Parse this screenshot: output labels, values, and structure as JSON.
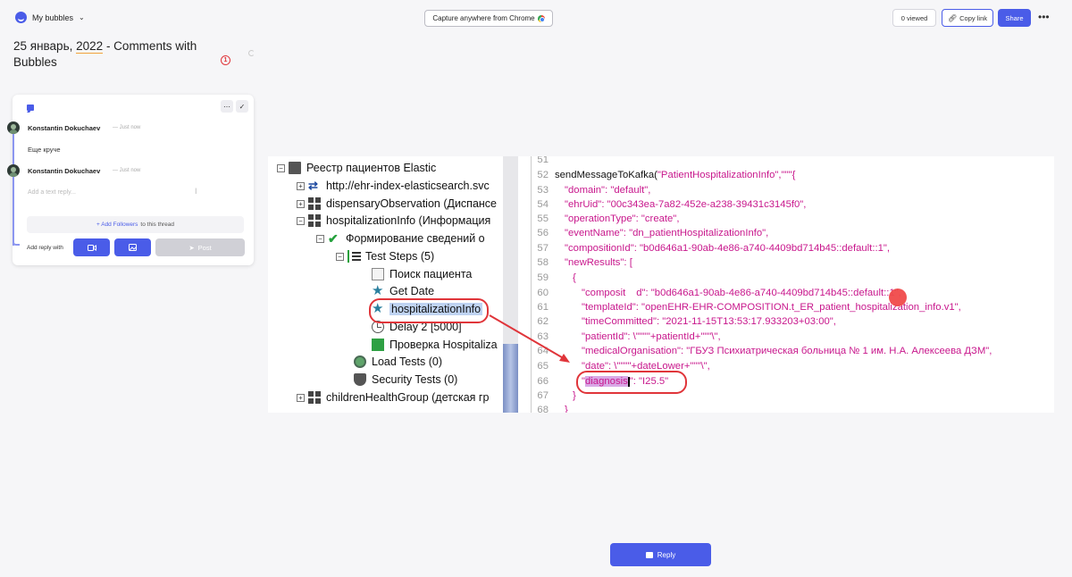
{
  "topbar": {
    "workspace": "My bubbles",
    "capture_label": "Capture anywhere from Chrome",
    "viewed": "0 viewed",
    "copy_link": "Copy link",
    "share": "Share"
  },
  "title": {
    "date": "25 январь,",
    "year": "2022",
    "rest": "- Comments with Bubbles",
    "badge": "1"
  },
  "thread": {
    "comments": [
      {
        "author": "Konstantin Dokuchaev",
        "time": "— Just now",
        "text": "Еще круче"
      },
      {
        "author": "Konstantin Dokuchaev",
        "time": "— Just now"
      }
    ],
    "reply_placeholder": "Add a text reply...",
    "followers_link": "+ Add Followers",
    "followers_rest": "to this thread",
    "add_reply_with": "Add reply with",
    "post": "Post"
  },
  "tree": {
    "rows": [
      "Реестр пациентов Elastic",
      "http://ehr-index-elasticsearch.svc",
      "dispensaryObservation (Диспансе",
      "hospitalizationInfo (Информация",
      "Формирование сведений о",
      "Test Steps (5)",
      "Поиск пациента",
      "Get Date",
      "hospitalizationInfo",
      "Delay 2 [5000]",
      "Проверка Hospitaliza",
      "Load Tests (0)",
      "Security Tests (0)",
      "childrenHealthGroup (детская гр"
    ]
  },
  "code": {
    "lines": [
      {
        "n": "51",
        "plain": "",
        "str": ""
      },
      {
        "n": "52",
        "plain": "sendMessageToKafka(",
        "str": "\"PatientHospitalizationInfo\",\"\"\"{"
      },
      {
        "n": "53",
        "key": "\"domain\"",
        "val": ": \"default\","
      },
      {
        "n": "54",
        "key": "\"ehrUid\"",
        "val": ": \"00c343ea-7a82-452e-a238-39431c3145f0\","
      },
      {
        "n": "55",
        "key": "\"operationType\"",
        "val": ": \"create\","
      },
      {
        "n": "56",
        "key": "\"eventName\"",
        "val": ": \"dn_patientHospitalizationInfo\","
      },
      {
        "n": "57",
        "key": "\"compositionId\"",
        "val": ": \"b0d646a1-90ab-4e86-a740-4409bd714b45::default::1\","
      },
      {
        "n": "58",
        "key": "\"newResults\"",
        "val": ": ["
      },
      {
        "n": "59",
        "key": "{",
        "val": ""
      },
      {
        "n": "60",
        "key": "\"composit",
        "val": "d\": \"b0d646a1-90ab-4e86-a740-4409bd714b45::default::1\","
      },
      {
        "n": "61",
        "key": "\"templateId\"",
        "val": ": \"openEHR-EHR-COMPOSITION.t_ER_patient_hospitalization_info.v1\","
      },
      {
        "n": "62",
        "key": "\"timeCommitted\"",
        "val": ": \"2021-11-15T13:53:17.933203+03:00\","
      },
      {
        "n": "63",
        "key": "\"patientId\"",
        "val": ": \\\"\"\"\"+patientId+\"\"\"\\\","
      },
      {
        "n": "64",
        "key": "\"medicalOrganisation\"",
        "val": ": \"ГБУЗ  Психиатрическая больница № 1 им. Н.А. Алексеева ДЗМ\","
      },
      {
        "n": "65",
        "key": "\"date\"",
        "val": ": \\\"\"\"\"+dateLower+\"\"\"\\\","
      },
      {
        "n": "66",
        "key": "diagnosis",
        "val": "\": \"I25.5\""
      },
      {
        "n": "67",
        "key": "}",
        "val": ""
      },
      {
        "n": "68",
        "key": "}",
        "val": ""
      }
    ]
  },
  "reply_button": "Reply"
}
